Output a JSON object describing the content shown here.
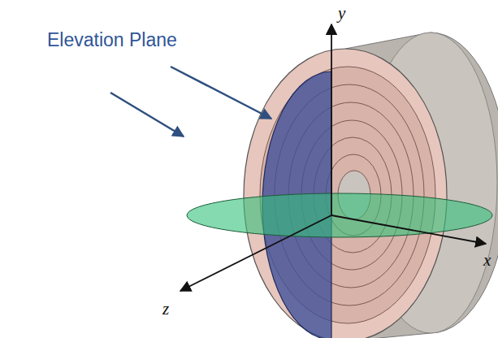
{
  "diagram": {
    "labels": [
      "Elevation Plane",
      "y",
      "x",
      "z"
    ]
  }
}
